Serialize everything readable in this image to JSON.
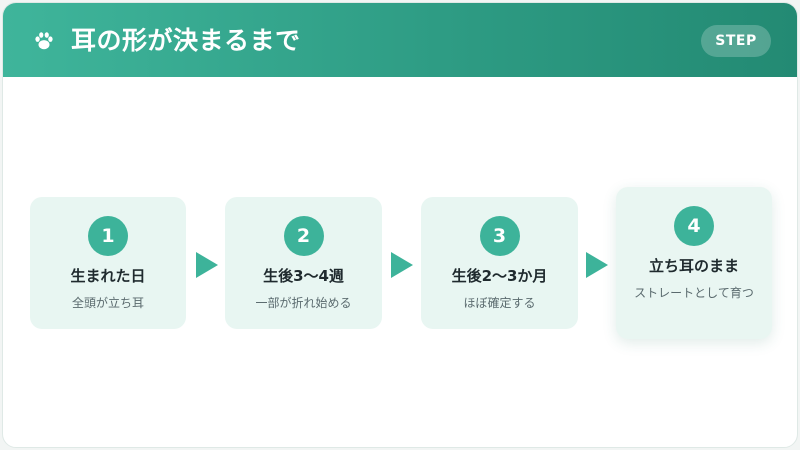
{
  "header": {
    "title": "耳の形が決まるまで",
    "badge": "STEP",
    "icon": "paw-icon"
  },
  "steps": [
    {
      "number": "1",
      "title": "生まれた日",
      "desc": "全頭が立ち耳"
    },
    {
      "number": "2",
      "title": "生後3〜4週",
      "desc": "一部が折れ始める"
    },
    {
      "number": "3",
      "title": "生後2〜3か月",
      "desc": "ほぼ確定する"
    },
    {
      "number": "4",
      "title": "立ち耳のまま",
      "desc": "ストレートとして育つ"
    }
  ],
  "colors": {
    "accent": "#3db39a",
    "header_start": "#3fb59b",
    "header_end": "#238a73",
    "step_bg": "#e8f6f2"
  }
}
